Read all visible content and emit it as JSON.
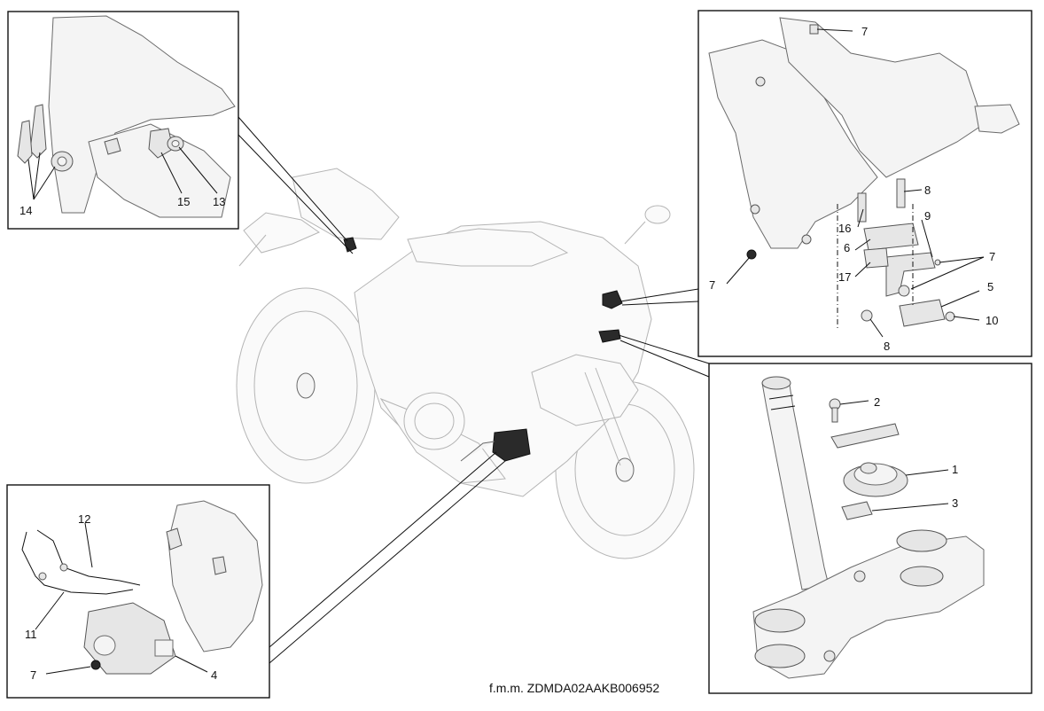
{
  "footer": {
    "code": "f.m.m. ZDMDA02AAKB006952"
  },
  "callouts": {
    "topleft": [
      "14",
      "15",
      "13"
    ],
    "topright": [
      "7",
      "8",
      "16",
      "9",
      "6",
      "7",
      "17",
      "7",
      "5",
      "10",
      "8"
    ],
    "bottomleft": [
      "12",
      "11",
      "7",
      "4"
    ],
    "bottomright": [
      "2",
      "1",
      "3"
    ]
  },
  "colors": {
    "line": "#111111",
    "part_stroke": "#6a6a6a",
    "part_fill": "#f4f4f4",
    "dark_part": "#2a2a2a"
  }
}
